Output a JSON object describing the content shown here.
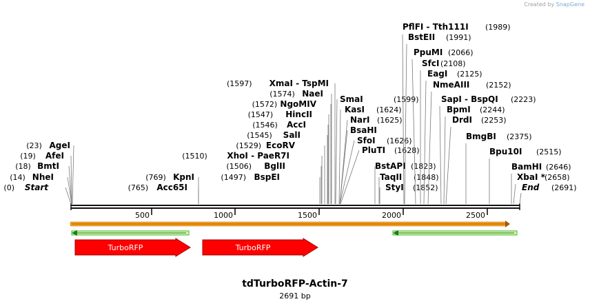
{
  "credit": {
    "prefix": "Created by",
    "brand": "SnapGene"
  },
  "title": "tdTurboRFP-Actin-7",
  "length_label": "2691 bp",
  "ruler": {
    "ticks": [
      "500",
      "1000",
      "1500",
      "2000",
      "2500"
    ]
  },
  "sites": [
    {
      "pos": "(0)",
      "name": "Start",
      "italic": true
    },
    {
      "pos": "(14)",
      "name": "NheI"
    },
    {
      "pos": "(18)",
      "name": "BmtI"
    },
    {
      "pos": "(19)",
      "name": "AfeI"
    },
    {
      "pos": "(23)",
      "name": "AgeI"
    },
    {
      "pos": "(765)",
      "name": "Acc65I"
    },
    {
      "pos": "(769)",
      "name": "KpnI"
    },
    {
      "pos": "(1497)",
      "name": "BspEI"
    },
    {
      "pos": "(1506)",
      "name": "BglII"
    },
    {
      "pos": "(1510)",
      "name": "XhoI  - PaeR7I"
    },
    {
      "pos": "(1529)",
      "name": "EcoRV"
    },
    {
      "pos": "(1545)",
      "name": "SalI"
    },
    {
      "pos": "(1546)",
      "name": "AccI"
    },
    {
      "pos": "(1547)",
      "name": "HincII"
    },
    {
      "pos": "(1572)",
      "name": "NgoMIV"
    },
    {
      "pos": "(1574)",
      "name": "NaeI"
    },
    {
      "pos": "(1597)",
      "name": "XmaI  - TspMI"
    },
    {
      "name": "SmaI",
      "pos": "(1599)"
    },
    {
      "name": "KasI",
      "pos": "(1624)"
    },
    {
      "name": "NarI",
      "pos": "(1625)"
    },
    {
      "name": "BsaHI",
      "pos": ""
    },
    {
      "name": "SfoI",
      "pos": "(1626)"
    },
    {
      "name": "PluTI",
      "pos": "(1628)"
    },
    {
      "name": "BstAPI",
      "pos": "(1823)"
    },
    {
      "name": "TaqII",
      "pos": "(1848)"
    },
    {
      "name": "StyI",
      "pos": "(1852)"
    },
    {
      "name": "PflFI  - Tth111I",
      "pos": "(1989)"
    },
    {
      "name": "BstEII",
      "pos": "(1991)"
    },
    {
      "name": "PpuMI",
      "pos": "(2066)"
    },
    {
      "name": "SfcI",
      "pos": "(2108)"
    },
    {
      "name": "EagI",
      "pos": "(2125)"
    },
    {
      "name": "NmeAIII",
      "pos": "(2152)"
    },
    {
      "name": "SapI  - BspQI",
      "pos": "(2223)"
    },
    {
      "name": "BpmI",
      "pos": "(2244)"
    },
    {
      "name": "DrdI",
      "pos": "(2253)"
    },
    {
      "name": "BmgBI",
      "pos": "(2375)"
    },
    {
      "name": "Bpu10I",
      "pos": "(2515)"
    },
    {
      "name": "BamHI",
      "pos": "(2646)"
    },
    {
      "name": "XbaI *",
      "pos": "(2658)"
    },
    {
      "name": "End",
      "pos": "(2691)",
      "italic": true
    }
  ],
  "features": [
    {
      "name": "TurboRFP",
      "color": "#ff0000"
    },
    {
      "name": "TurboRFP",
      "color": "#ff0000"
    }
  ],
  "colors": {
    "orf_orange": "#f7a125",
    "orf_green": "#3dbb3d",
    "feature": "#ff0000"
  }
}
